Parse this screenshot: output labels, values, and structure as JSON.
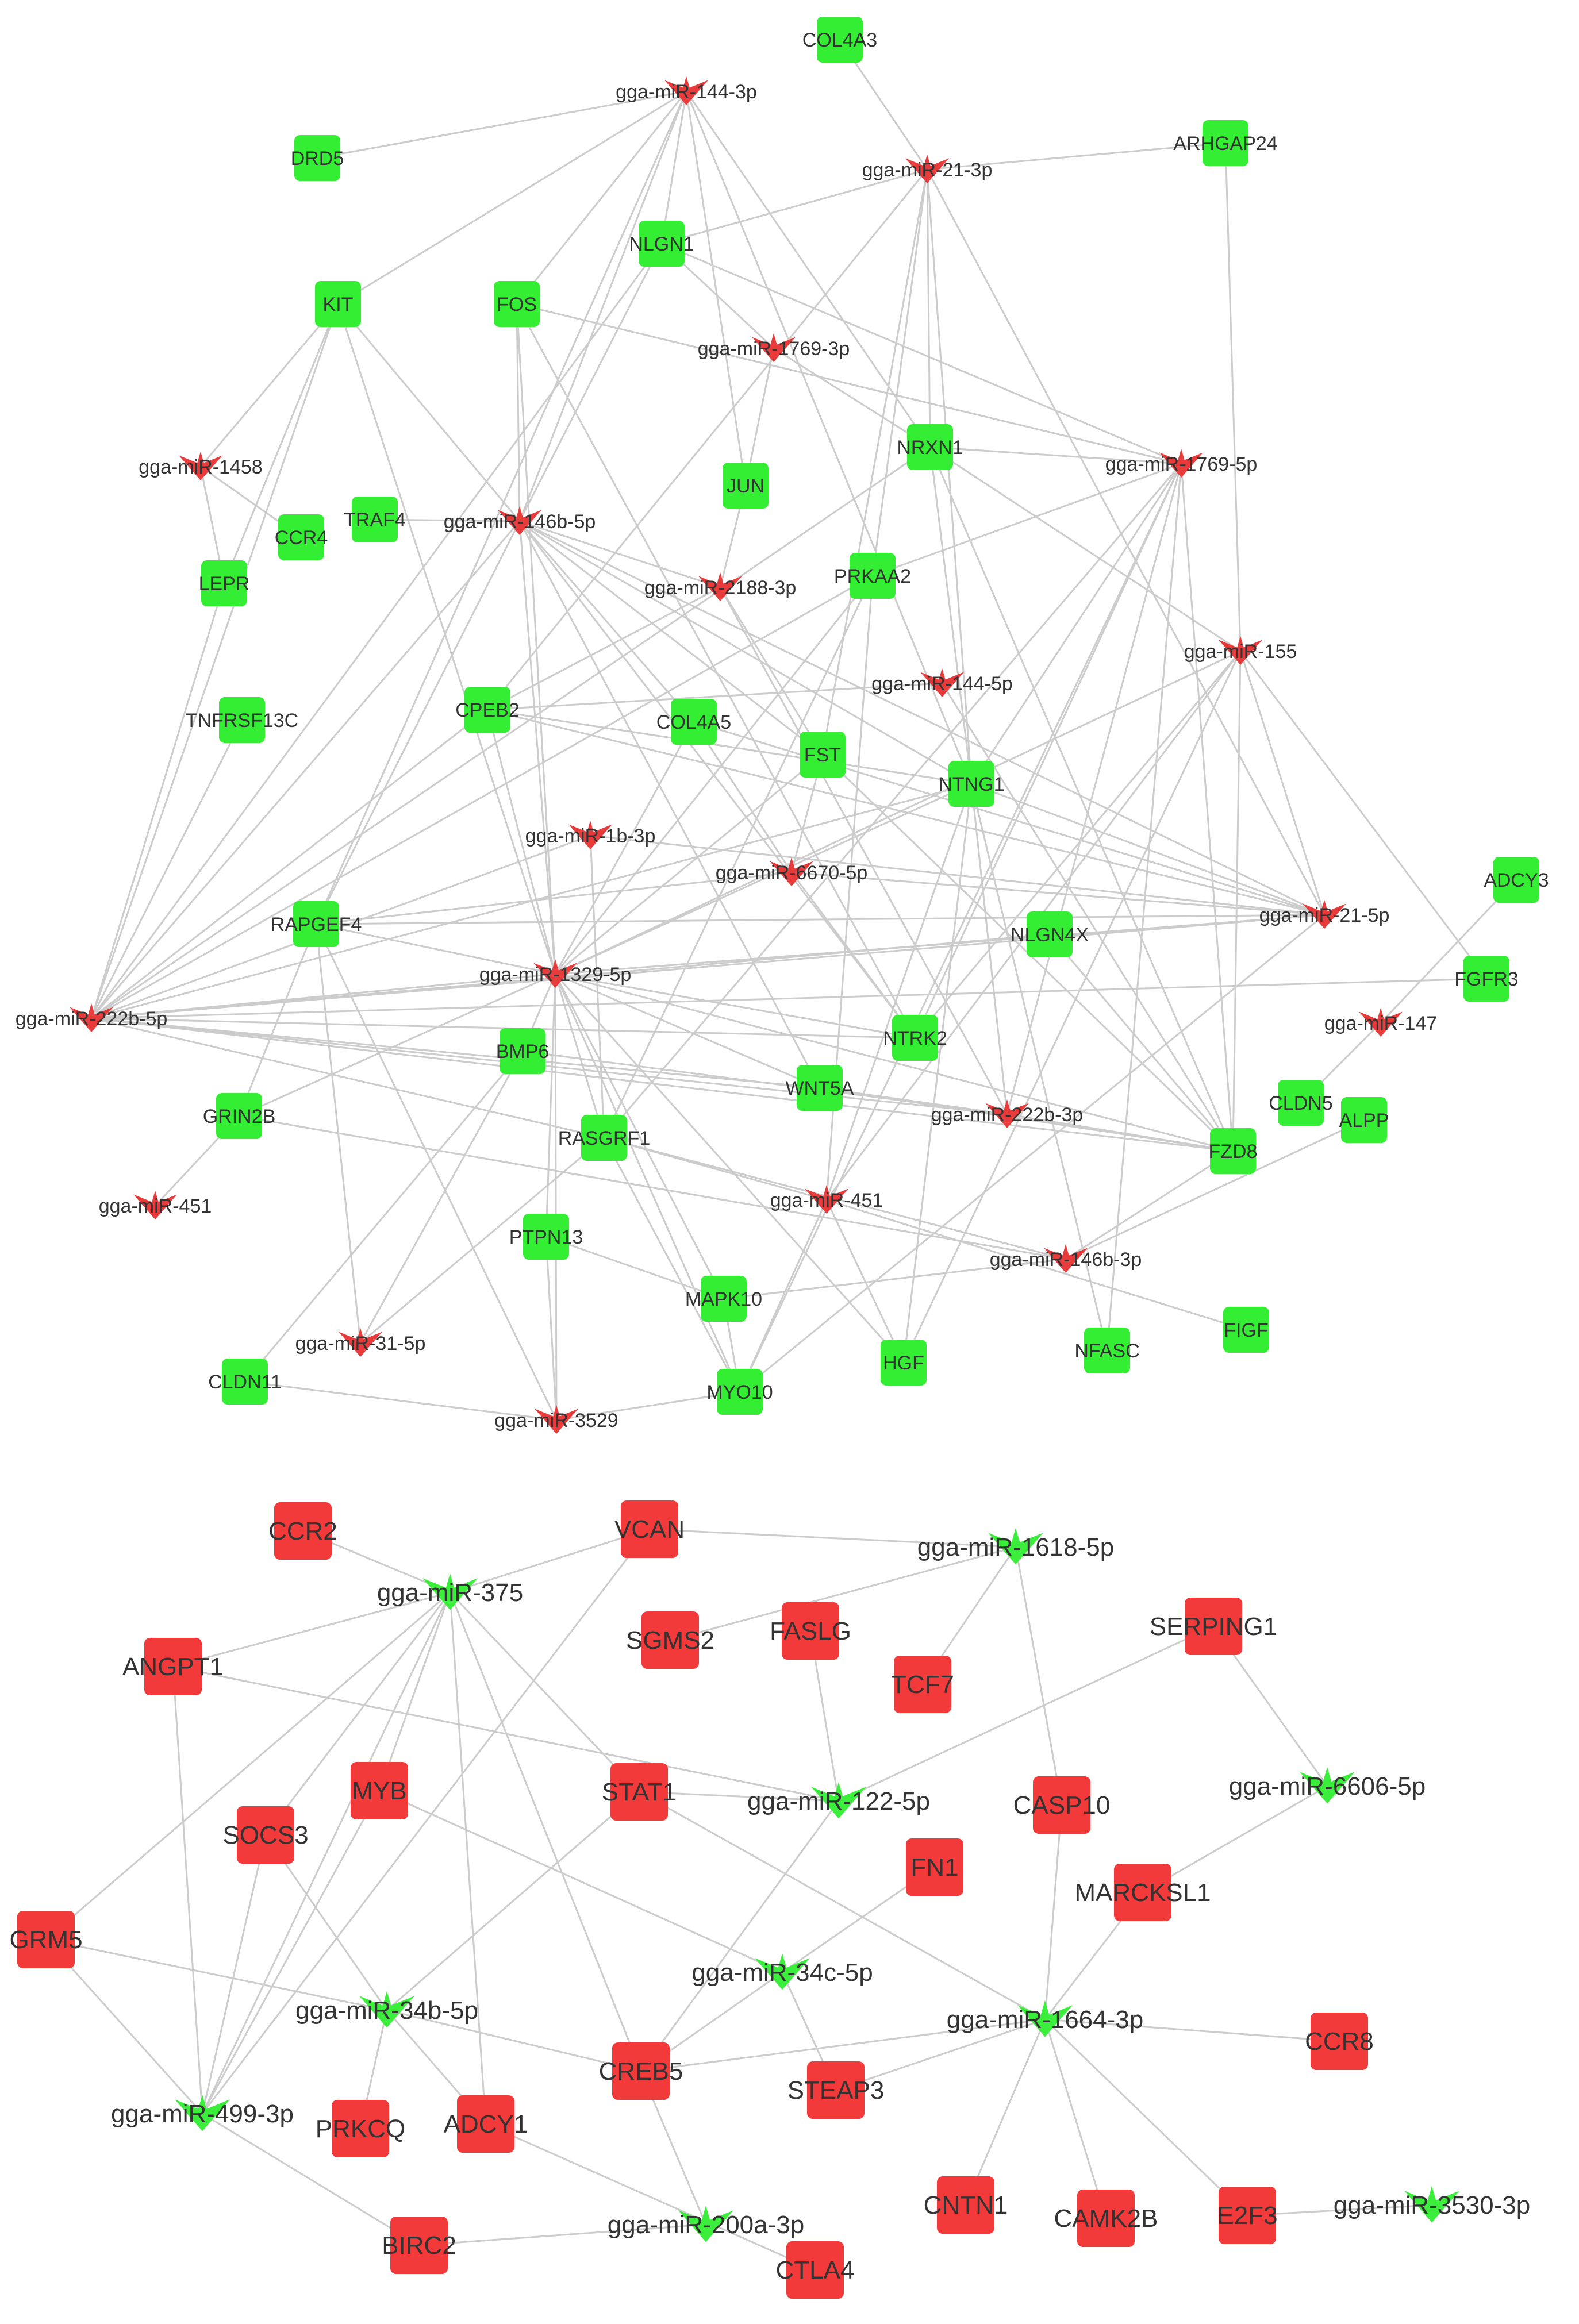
{
  "colors": {
    "edge": "#cccccc",
    "network1": {
      "gene": "#33ee33",
      "mirna": "#e83c3c"
    },
    "network2": {
      "gene": "#f23a3a",
      "mirna": "#3cee3c"
    },
    "label": "#333333"
  },
  "shapes": {
    "gene": "rounded-square",
    "mirna": "chevron-arrowhead"
  },
  "networks": [
    {
      "id": "network-1",
      "genes": [
        "COL4A3",
        "DRD5",
        "ARHGAP24",
        "NLGN1",
        "KIT",
        "FOS",
        "JUN",
        "NRXN1",
        "CCR4",
        "TRAF4",
        "LEPR",
        "PRKAA2",
        "TNFRSF13C",
        "CPEB2",
        "COL4A5",
        "FST",
        "NTNG1",
        "ADCY3",
        "RAPGEF4",
        "NLGN4X",
        "FGFR3",
        "BMP6",
        "NTRK2",
        "WNT5A",
        "GRIN2B",
        "CLDN5",
        "ALPP",
        "RASGRF1",
        "FZD8",
        "PTPN13",
        "MAPK10",
        "FIGF",
        "CLDN11",
        "HGF",
        "NFASC",
        "MYO10"
      ],
      "mirnas": [
        "gga-miR-144-3p",
        "gga-miR-21-3p",
        "gga-miR-1769-3p",
        "gga-miR-1458",
        "gga-miR-146b-5p",
        "gga-miR-1769-5p",
        "gga-miR-2188-3p",
        "gga-miR-155",
        "gga-miR-144-5p",
        "gga-miR-1b-3p",
        "gga-miR-6670-5p",
        "gga-miR-21-5p",
        "gga-miR-1329-5p",
        "gga-miR-222b-5p",
        "gga-miR-147",
        "gga-miR-222b-3p",
        "gga-miR-451",
        "gga-miR-451",
        "gga-miR-146b-3p",
        "gga-miR-31-5p",
        "gga-miR-3529"
      ]
    },
    {
      "id": "network-2",
      "genes": [
        "CCR2",
        "VCAN",
        "SGMS2",
        "FASLG",
        "SERPING1",
        "ANGPT1",
        "TCF7",
        "MYB",
        "STAT1",
        "CASP10",
        "SOCS3",
        "FN1",
        "MARCKSL1",
        "GRM5",
        "CREB5",
        "STEAP3",
        "CCR8",
        "PRKCQ",
        "ADCY1",
        "CNTN1",
        "CAMK2B",
        "E2F3",
        "BIRC2",
        "CTLA4"
      ],
      "mirnas": [
        "gga-miR-375",
        "gga-miR-1618-5p",
        "gga-miR-122-5p",
        "gga-miR-6606-5p",
        "gga-miR-34c-5p",
        "gga-miR-34b-5p",
        "gga-miR-1664-3p",
        "gga-miR-499-3p",
        "gga-miR-200a-3p",
        "gga-miR-3530-3p"
      ]
    }
  ],
  "edges": [
    [
      "COL4A3",
      "gga-miR-21-3p"
    ],
    [
      "ARHGAP24",
      "gga-miR-21-3p"
    ],
    [
      "ARHGAP24",
      "gga-miR-155"
    ],
    [
      "DRD5",
      "gga-miR-144-3p"
    ],
    [
      "KIT",
      "gga-miR-144-3p"
    ],
    [
      "FOS",
      "gga-miR-144-3p"
    ],
    [
      "NLGN1",
      "gga-miR-144-3p"
    ],
    [
      "JUN",
      "gga-miR-144-3p"
    ],
    [
      "NRXN1",
      "gga-miR-144-3p"
    ],
    [
      "RAPGEF4",
      "gga-miR-144-3p"
    ],
    [
      "NTNG1",
      "gga-miR-144-3p"
    ],
    [
      "gga-miR-146b-5p",
      "gga-miR-144-3p"
    ],
    [
      "NLGN1",
      "gga-miR-21-3p"
    ],
    [
      "NRXN1",
      "gga-miR-21-3p"
    ],
    [
      "PRKAA2",
      "gga-miR-21-3p"
    ],
    [
      "FST",
      "gga-miR-21-3p"
    ],
    [
      "NTNG1",
      "gga-miR-21-3p"
    ],
    [
      "gga-miR-21-5p",
      "gga-miR-21-3p"
    ],
    [
      "CPEB2",
      "gga-miR-21-3p"
    ],
    [
      "NLGN1",
      "gga-miR-1769-3p"
    ],
    [
      "JUN",
      "gga-miR-1769-3p"
    ],
    [
      "NRXN1",
      "gga-miR-1769-3p"
    ],
    [
      "NLGN1",
      "gga-miR-1769-5p"
    ],
    [
      "NLGN1",
      "gga-miR-146b-5p"
    ],
    [
      "NLGN1",
      "gga-miR-222b-5p"
    ],
    [
      "KIT",
      "gga-miR-1458"
    ],
    [
      "KIT",
      "LEPR"
    ],
    [
      "KIT",
      "gga-miR-146b-5p"
    ],
    [
      "KIT",
      "gga-miR-222b-5p"
    ],
    [
      "KIT",
      "gga-miR-1329-5p"
    ],
    [
      "FOS",
      "gga-miR-146b-5p"
    ],
    [
      "FOS",
      "gga-miR-1769-5p"
    ],
    [
      "FOS",
      "gga-miR-1329-5p"
    ],
    [
      "FOS",
      "NTRK2"
    ],
    [
      "JUN",
      "gga-miR-2188-3p"
    ],
    [
      "gga-miR-1458",
      "CCR4"
    ],
    [
      "gga-miR-1458",
      "LEPR"
    ],
    [
      "LEPR",
      "gga-miR-222b-5p"
    ],
    [
      "TRAF4",
      "gga-miR-146b-5p"
    ],
    [
      "TNFRSF13C",
      "gga-miR-222b-5p"
    ],
    [
      "NRXN1",
      "gga-miR-1769-5p"
    ],
    [
      "NRXN1",
      "NTNG1"
    ],
    [
      "NRXN1",
      "gga-miR-155"
    ],
    [
      "NRXN1",
      "FZD8"
    ],
    [
      "NRXN1",
      "gga-miR-222b-5p"
    ],
    [
      "gga-miR-1769-5p",
      "NTNG1"
    ],
    [
      "gga-miR-1769-5p",
      "NTRK2"
    ],
    [
      "gga-miR-1769-5p",
      "RASGRF1"
    ],
    [
      "gga-miR-1769-5p",
      "MYO10"
    ],
    [
      "gga-miR-1769-5p",
      "NFASC"
    ],
    [
      "gga-miR-1769-5p",
      "gga-miR-222b-3p"
    ],
    [
      "gga-miR-1769-5p",
      "FZD8"
    ],
    [
      "gga-miR-146b-5p",
      "gga-miR-2188-3p"
    ],
    [
      "gga-miR-146b-5p",
      "FST"
    ],
    [
      "gga-miR-146b-5p",
      "NTNG1"
    ],
    [
      "gga-miR-146b-5p",
      "COL4A5"
    ],
    [
      "gga-miR-146b-5p",
      "gga-miR-1329-5p"
    ],
    [
      "gga-miR-146b-5p",
      "NTRK2"
    ],
    [
      "gga-miR-146b-5p",
      "WNT5A"
    ],
    [
      "gga-miR-146b-5p",
      "gga-miR-222b-5p"
    ],
    [
      "gga-miR-146b-5p",
      "RAPGEF4"
    ],
    [
      "gga-miR-146b-5p",
      "gga-miR-21-5p"
    ],
    [
      "gga-miR-2188-3p",
      "CPEB2"
    ],
    [
      "gga-miR-2188-3p",
      "FST"
    ],
    [
      "gga-miR-2188-3p",
      "gga-miR-222b-3p"
    ],
    [
      "PRKAA2",
      "gga-miR-1769-5p"
    ],
    [
      "PRKAA2",
      "gga-miR-222b-5p"
    ],
    [
      "PRKAA2",
      "gga-miR-1329-5p"
    ],
    [
      "PRKAA2",
      "RASGRF1"
    ],
    [
      "PRKAA2",
      "gga-miR-451"
    ],
    [
      "gga-miR-144-5p",
      "CPEB2"
    ],
    [
      "gga-miR-144-5p",
      "FZD8"
    ],
    [
      "gga-miR-155",
      "NTRK2"
    ],
    [
      "gga-miR-155",
      "gga-miR-21-5p"
    ],
    [
      "gga-miR-155",
      "gga-miR-1329-5p"
    ],
    [
      "gga-miR-155",
      "gga-miR-451"
    ],
    [
      "gga-miR-155",
      "HGF"
    ],
    [
      "gga-miR-155",
      "FZD8"
    ],
    [
      "gga-miR-155",
      "FGFR3"
    ],
    [
      "CPEB2",
      "gga-miR-21-5p"
    ],
    [
      "CPEB2",
      "gga-miR-1329-5p"
    ],
    [
      "CPEB2",
      "NTNG1"
    ],
    [
      "CPEB2",
      "gga-miR-222b-5p"
    ],
    [
      "COL4A5",
      "gga-miR-6670-5p"
    ],
    [
      "COL4A5",
      "gga-miR-1329-5p"
    ],
    [
      "COL4A5",
      "gga-miR-21-5p"
    ],
    [
      "FST",
      "gga-miR-6670-5p"
    ],
    [
      "FST",
      "FZD8"
    ],
    [
      "FST",
      "gga-miR-1329-5p"
    ],
    [
      "NTNG1",
      "gga-miR-222b-5p"
    ],
    [
      "NTNG1",
      "gga-miR-1329-5p"
    ],
    [
      "NTNG1",
      "gga-miR-21-5p"
    ],
    [
      "NTNG1",
      "gga-miR-222b-3p"
    ],
    [
      "NTNG1",
      "NFASC"
    ],
    [
      "NTNG1",
      "gga-miR-451"
    ],
    [
      "NTNG1",
      "HGF"
    ],
    [
      "gga-miR-1b-3p",
      "gga-miR-222b-5p"
    ],
    [
      "gga-miR-1b-3p",
      "gga-miR-21-5p"
    ],
    [
      "gga-miR-1b-3p",
      "RASGRF1"
    ],
    [
      "gga-miR-6670-5p",
      "gga-miR-21-5p"
    ],
    [
      "gga-miR-6670-5p",
      "RAPGEF4"
    ],
    [
      "gga-miR-6670-5p",
      "NTRK2"
    ],
    [
      "ADCY3",
      "gga-miR-147"
    ],
    [
      "gga-miR-21-5p",
      "gga-miR-1329-5p"
    ],
    [
      "gga-miR-21-5p",
      "RAPGEF4"
    ],
    [
      "gga-miR-21-5p",
      "gga-miR-222b-5p"
    ],
    [
      "gga-miR-21-5p",
      "MYO10"
    ],
    [
      "NLGN4X",
      "gga-miR-222b-5p"
    ],
    [
      "NLGN4X",
      "FZD8"
    ],
    [
      "FGFR3",
      "gga-miR-222b-5p"
    ],
    [
      "gga-miR-147",
      "CLDN5"
    ],
    [
      "gga-miR-1329-5p",
      "gga-miR-222b-5p"
    ],
    [
      "gga-miR-1329-5p",
      "RAPGEF4"
    ],
    [
      "gga-miR-1329-5p",
      "NTRK2"
    ],
    [
      "gga-miR-1329-5p",
      "WNT5A"
    ],
    [
      "gga-miR-1329-5p",
      "RASGRF1"
    ],
    [
      "gga-miR-1329-5p",
      "PTPN13"
    ],
    [
      "gga-miR-1329-5p",
      "MYO10"
    ],
    [
      "gga-miR-1329-5p",
      "MAPK10"
    ],
    [
      "gga-miR-1329-5p",
      "HGF"
    ],
    [
      "gga-miR-1329-5p",
      "BMP6"
    ],
    [
      "gga-miR-1329-5p",
      "gga-miR-3529"
    ],
    [
      "gga-miR-1329-5p",
      "GRIN2B"
    ],
    [
      "gga-miR-1329-5p",
      "FZD8"
    ],
    [
      "gga-miR-1329-5p",
      "gga-miR-21-5p"
    ],
    [
      "gga-miR-222b-5p",
      "NTRK2"
    ],
    [
      "gga-miR-222b-5p",
      "WNT5A"
    ],
    [
      "gga-miR-222b-5p",
      "FZD8"
    ],
    [
      "gga-miR-222b-5p",
      "RASGRF1"
    ],
    [
      "gga-miR-222b-5p",
      "gga-miR-222b-3p"
    ],
    [
      "RAPGEF4",
      "GRIN2B"
    ],
    [
      "RAPGEF4",
      "gga-miR-31-5p"
    ],
    [
      "RAPGEF4",
      "gga-miR-3529"
    ],
    [
      "BMP6",
      "gga-miR-31-5p"
    ],
    [
      "BMP6",
      "gga-miR-222b-3p"
    ],
    [
      "BMP6",
      "CLDN11"
    ],
    [
      "WNT5A",
      "gga-miR-222b-3p"
    ],
    [
      "WNT5A",
      "FZD8"
    ],
    [
      "GRIN2B",
      "gga-miR-451"
    ],
    [
      "GRIN2B",
      "gga-miR-146b-3p"
    ],
    [
      "RASGRF1",
      "gga-miR-451"
    ],
    [
      "RASGRF1",
      "MYO10"
    ],
    [
      "RASGRF1",
      "gga-miR-146b-3p"
    ],
    [
      "gga-miR-222b-3p",
      "FZD8"
    ],
    [
      "gga-miR-451",
      "HGF"
    ],
    [
      "gga-miR-451",
      "MYO10"
    ],
    [
      "gga-miR-451",
      "FIGF"
    ],
    [
      "ALPP",
      "gga-miR-146b-3p"
    ],
    [
      "FZD8",
      "gga-miR-146b-3p"
    ],
    [
      "gga-miR-146b-3p",
      "MAPK10"
    ],
    [
      "PTPN13",
      "MAPK10"
    ],
    [
      "PTPN13",
      "gga-miR-3529"
    ],
    [
      "MAPK10",
      "MYO10"
    ],
    [
      "MYO10",
      "gga-miR-3529"
    ],
    [
      "CLDN11",
      "gga-miR-3529"
    ],
    [
      "gga-miR-31-5p",
      "RASGRF1"
    ],
    [
      "CCR2",
      "gga-miR-375"
    ],
    [
      "VCAN",
      "gga-miR-375"
    ],
    [
      "VCAN",
      "gga-miR-1618-5p"
    ],
    [
      "VCAN",
      "gga-miR-499-3p"
    ],
    [
      "ANGPT1",
      "gga-miR-375"
    ],
    [
      "ANGPT1",
      "gga-miR-122-5p"
    ],
    [
      "ANGPT1",
      "gga-miR-499-3p"
    ],
    [
      "SGMS2",
      "gga-miR-1618-5p"
    ],
    [
      "FASLG",
      "gga-miR-122-5p"
    ],
    [
      "TCF7",
      "gga-miR-1618-5p"
    ],
    [
      "gga-miR-1618-5p",
      "CASP10"
    ],
    [
      "SERPING1",
      "gga-miR-6606-5p"
    ],
    [
      "SERPING1",
      "gga-miR-122-5p"
    ],
    [
      "gga-miR-375",
      "STAT1"
    ],
    [
      "gga-miR-375",
      "SOCS3"
    ],
    [
      "gga-miR-375",
      "MYB"
    ],
    [
      "gga-miR-375",
      "ADCY1"
    ],
    [
      "gga-miR-375",
      "CREB5"
    ],
    [
      "gga-miR-375",
      "GRM5"
    ],
    [
      "gga-miR-375",
      "gga-miR-499-3p"
    ],
    [
      "MYB",
      "gga-miR-34c-5p"
    ],
    [
      "MYB",
      "gga-miR-499-3p"
    ],
    [
      "STAT1",
      "gga-miR-122-5p"
    ],
    [
      "STAT1",
      "gga-miR-1664-3p"
    ],
    [
      "STAT1",
      "gga-miR-34b-5p"
    ],
    [
      "gga-miR-122-5p",
      "CREB5"
    ],
    [
      "CASP10",
      "gga-miR-1664-3p"
    ],
    [
      "gga-miR-6606-5p",
      "MARCKSL1"
    ],
    [
      "SOCS3",
      "gga-miR-34b-5p"
    ],
    [
      "SOCS3",
      "gga-miR-499-3p"
    ],
    [
      "FN1",
      "gga-miR-34c-5p"
    ],
    [
      "MARCKSL1",
      "gga-miR-1664-3p"
    ],
    [
      "GRM5",
      "gga-miR-34b-5p"
    ],
    [
      "GRM5",
      "gga-miR-499-3p"
    ],
    [
      "gga-miR-34c-5p",
      "CREB5"
    ],
    [
      "gga-miR-34c-5p",
      "STEAP3"
    ],
    [
      "gga-miR-34b-5p",
      "CREB5"
    ],
    [
      "gga-miR-34b-5p",
      "PRKCQ"
    ],
    [
      "gga-miR-34b-5p",
      "ADCY1"
    ],
    [
      "CREB5",
      "gga-miR-1664-3p"
    ],
    [
      "CREB5",
      "gga-miR-200a-3p"
    ],
    [
      "gga-miR-1664-3p",
      "CCR8"
    ],
    [
      "gga-miR-1664-3p",
      "CNTN1"
    ],
    [
      "gga-miR-1664-3p",
      "CAMK2B"
    ],
    [
      "gga-miR-1664-3p",
      "E2F3"
    ],
    [
      "gga-miR-1664-3p",
      "STEAP3"
    ],
    [
      "gga-miR-499-3p",
      "BIRC2"
    ],
    [
      "ADCY1",
      "CTLA4"
    ],
    [
      "BIRC2",
      "gga-miR-200a-3p"
    ],
    [
      "E2F3",
      "gga-miR-3530-3p"
    ]
  ]
}
